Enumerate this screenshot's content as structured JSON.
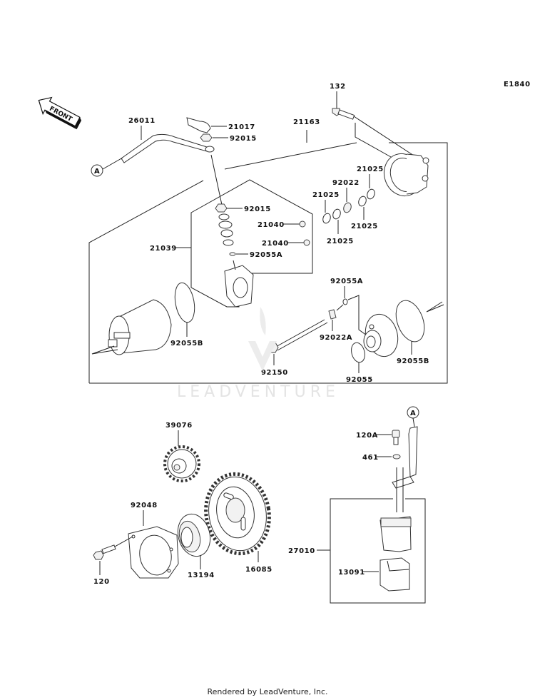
{
  "diagram": {
    "code": "E1840",
    "front_label": "FRONT",
    "connector_ref": "A",
    "watermark": "LEADVENTURE",
    "footer": "Rendered by LeadVenture, Inc.",
    "parts": {
      "p132": "132",
      "p26011": "26011",
      "p21017": "21017",
      "p92015_top": "92015",
      "p21163": "21163",
      "p92015_brush": "92015",
      "p21040_a": "21040",
      "p21040_b": "21040",
      "p92055A_brush": "92055A",
      "p21039": "21039",
      "p21025_a": "21025",
      "p92022": "92022",
      "p21025_b": "21025",
      "p21025_c": "21025",
      "p21025_d": "21025",
      "p92055A_shaft": "92055A",
      "p92022A": "92022A",
      "p92055B_left": "92055B",
      "p92150": "92150",
      "p92055": "92055",
      "p92055B_right": "92055B",
      "p39076": "39076",
      "p92048": "92048",
      "p120": "120",
      "p13194": "13194",
      "p16085": "16085",
      "p120A": "120A",
      "p461": "461",
      "p27010": "27010",
      "p13091": "13091"
    }
  }
}
